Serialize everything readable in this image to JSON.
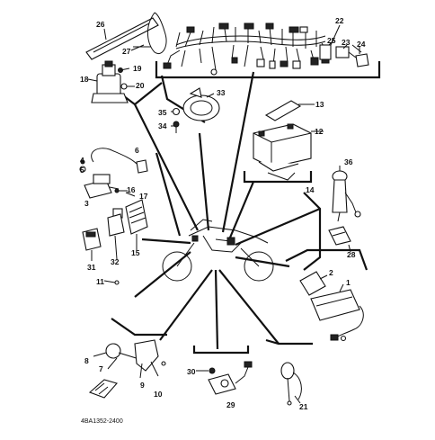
{
  "diagram": {
    "code": "4BA1352-2400",
    "labels": {
      "p1": "1",
      "p2": "2",
      "p3": "3",
      "p4": "4",
      "p5": "5",
      "p6": "6",
      "p7": "7",
      "p8": "8",
      "p9": "9",
      "p10": "10",
      "p11": "11",
      "p12": "12",
      "p13": "13",
      "p14": "14",
      "p15": "15",
      "p16": "16",
      "p17": "17",
      "p18": "18",
      "p19": "19",
      "p20": "20",
      "p21": "21",
      "p22": "22",
      "p23": "23",
      "p24": "24",
      "p25": "25",
      "p26": "26",
      "p27": "27",
      "p28": "28",
      "p29": "29",
      "p30": "30",
      "p31": "31",
      "p32": "32",
      "p33": "33",
      "p34": "34",
      "p35": "35",
      "p36": "36"
    }
  }
}
